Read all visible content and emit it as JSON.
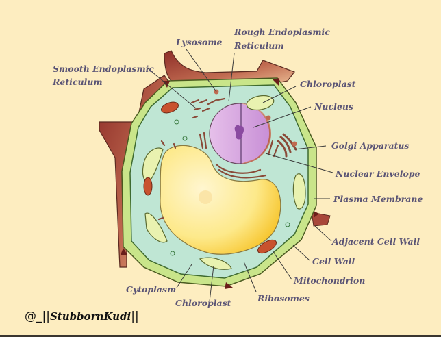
{
  "diagram": {
    "title": "Plant Cell",
    "colors": {
      "background": "#fdedc0",
      "cell_wall_outer": "#a8473a",
      "cell_wall_green": "#c9e58a",
      "cytoplasm": "#bfe6d4",
      "vacuole": "#fde98a",
      "nucleus": "#dba8e0",
      "label_text": "#5a5475"
    },
    "labels": {
      "lysosome": "Lysosome",
      "rough_er_1": "Rough Endoplasmic",
      "rough_er_2": "Reticulum",
      "smooth_er_1": "Smooth Endoplasmic",
      "smooth_er_2": "Reticulum",
      "chloroplast_top": "Chloroplast",
      "nucleus": "Nucleus",
      "golgi": "Golgi Apparatus",
      "nuclear_envelope": "Nuclear Envelope",
      "plasma_membrane": "Plasma Membrane",
      "adjacent_cell_wall": "Adjacent Cell Wall",
      "cell_wall": "Cell Wall",
      "mitochondrion": "Mitochondrion",
      "ribosomes": "Ribosomes",
      "cytoplasm": "Cytoplasm",
      "chloroplast_bottom": "Chloroplast"
    }
  },
  "watermark": {
    "prefix": "@_||",
    "signature": "StubbornKudi",
    "suffix": "||"
  }
}
